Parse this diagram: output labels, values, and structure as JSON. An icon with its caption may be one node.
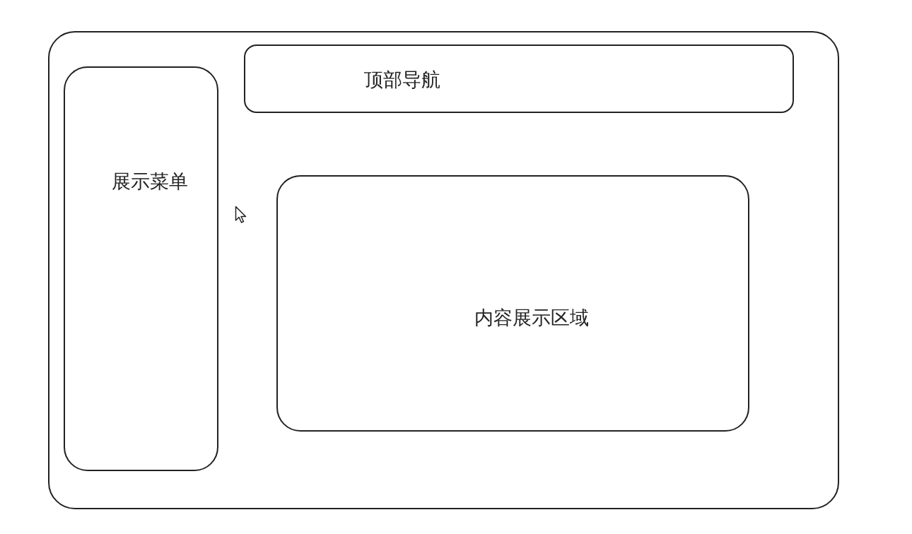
{
  "diagram": {
    "nodes": [
      {
        "text": [],
        "shape": "box"
      },
      {
        "text": [
          "顶部导航"
        ],
        "in": 0
      },
      {
        "text": [
          "展示菜单"
        ],
        "in": 0
      },
      {
        "text": [
          "内容展示区域"
        ],
        "in": 0
      }
    ]
  }
}
